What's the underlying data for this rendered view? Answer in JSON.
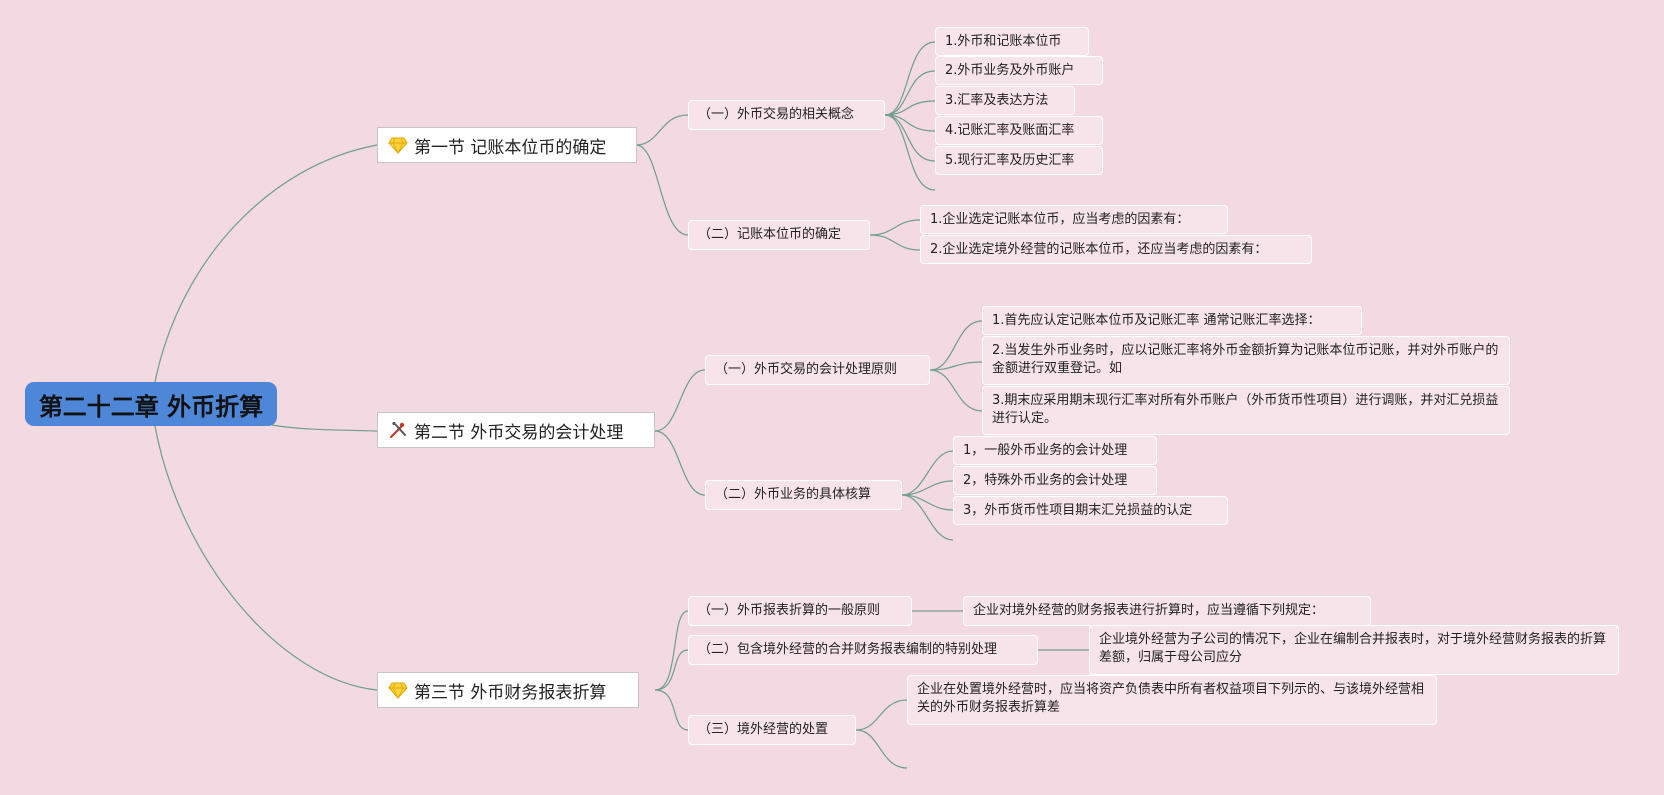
{
  "root": {
    "label": "第二十二章 外币折算"
  },
  "sections": [
    {
      "label": "第一节 记账本位币的确定",
      "icon": "diamond-icon",
      "topics": [
        {
          "label": "（一）外币交易的相关概念",
          "items": [
            "1.外币和记账本位币",
            "2.外币业务及外币账户",
            "3.汇率及表达方法",
            "4.记账汇率及账面汇率",
            "5.现行汇率及历史汇率"
          ]
        },
        {
          "label": "（二）记账本位币的确定",
          "items": [
            "1.企业选定记账本位币，应当考虑的因素有：",
            "2.企业选定境外经营的记账本位币，还应当考虑的因素有："
          ]
        }
      ]
    },
    {
      "label": "第二节 外币交易的会计处理",
      "icon": "tools-icon",
      "topics": [
        {
          "label": "（一）外币交易的会计处理原则",
          "items": [
            "1.首先应认定记账本位币及记账汇率 通常记账汇率选择：",
            "2.当发生外币业务时，应以记账汇率将外币金额折算为记账本位币记账，并对外币账户的金额进行双重登记。如",
            "3.期末应采用期末现行汇率对所有外币账户（外币货币性项目）进行调账，并对汇兑损益进行认定。"
          ]
        },
        {
          "label": "（二）外币业务的具体核算",
          "items": [
            "1，一般外币业务的会计处理",
            "2，特殊外币业务的会计处理",
            "3，外币货币性项目期末汇兑损益的认定"
          ]
        }
      ]
    },
    {
      "label": "第三节 外币财务报表折算",
      "icon": "diamond-icon",
      "topics": [
        {
          "label": "（一）外币报表折算的一般原则",
          "items": [
            "企业对境外经营的财务报表进行折算时，应当遵循下列规定："
          ]
        },
        {
          "label": "（二）包含境外经营的合并财务报表编制的特别处理",
          "items": [
            "企业境外经营为子公司的情况下，企业在编制合并报表时，对于境外经营财务报表的折算差额，归属于母公司应分"
          ]
        },
        {
          "label": "（三）境外经营的处置",
          "items": [
            "企业在处置境外经营时，应当将资产负债表中所有者权益项目下列示的、与该境外经营相关的外币财务报表折算差"
          ]
        }
      ]
    }
  ],
  "colors": {
    "background": "#f3d9e1",
    "root": "#4f87d8",
    "link": "#6e9e8e",
    "node": "#f7e4ea"
  }
}
